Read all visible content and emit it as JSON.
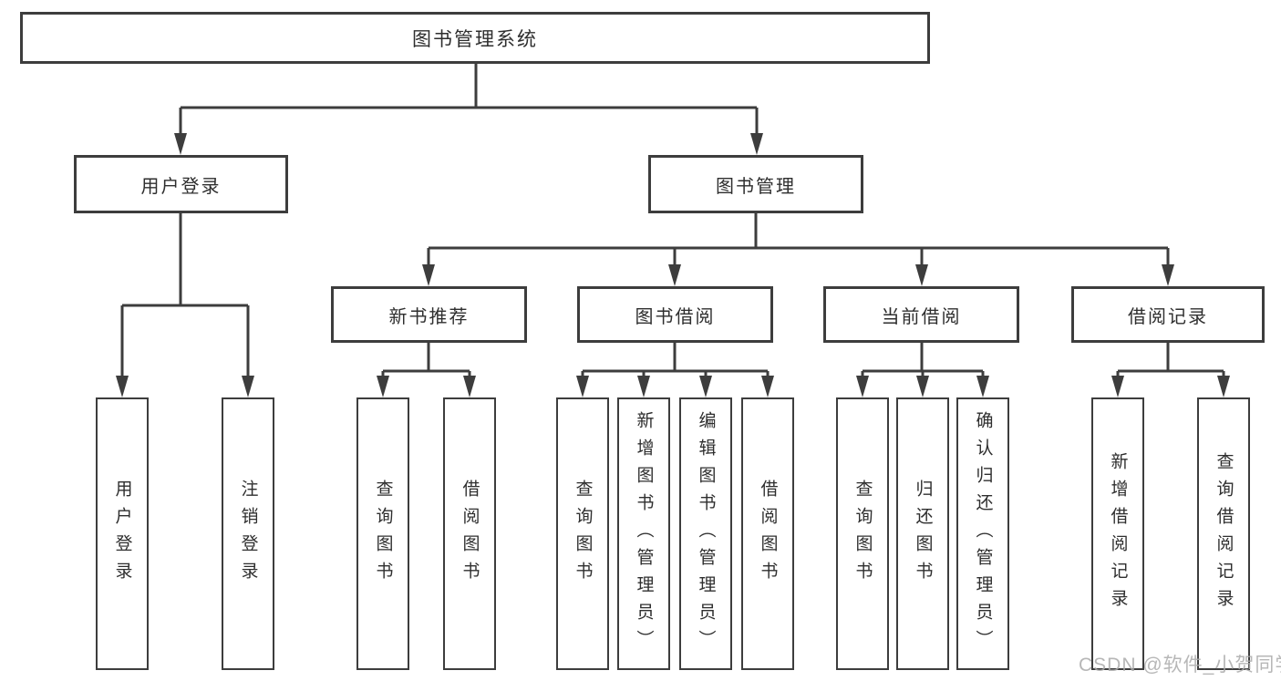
{
  "diagram": {
    "tree": {
      "label": "图书管理系统",
      "children": [
        {
          "label": "用户登录",
          "children": [
            {
              "label": "用户登录"
            },
            {
              "label": "注销登录"
            }
          ]
        },
        {
          "label": "图书管理",
          "children": [
            {
              "label": "新书推荐",
              "children": [
                {
                  "label": "查询图书"
                },
                {
                  "label": "借阅图书"
                }
              ]
            },
            {
              "label": "图书借阅",
              "children": [
                {
                  "label": "查询图书"
                },
                {
                  "label": "新增图书（管理员）"
                },
                {
                  "label": "编辑图书（管理员）"
                },
                {
                  "label": "借阅图书"
                }
              ]
            },
            {
              "label": "当前借阅",
              "children": [
                {
                  "label": "查询图书"
                },
                {
                  "label": "归还图书"
                },
                {
                  "label": "确认归还（管理员）"
                }
              ]
            },
            {
              "label": "借阅记录",
              "children": [
                {
                  "label": "新增借阅记录"
                },
                {
                  "label": "查询借阅记录"
                }
              ]
            }
          ]
        }
      ]
    },
    "colors": {
      "line": "#3d3d3d",
      "box_background": "#ffffff",
      "text": "#2e2e2e",
      "watermark": "#aaaaaa"
    },
    "watermark": "CSDN @软件_小贺同学"
  }
}
